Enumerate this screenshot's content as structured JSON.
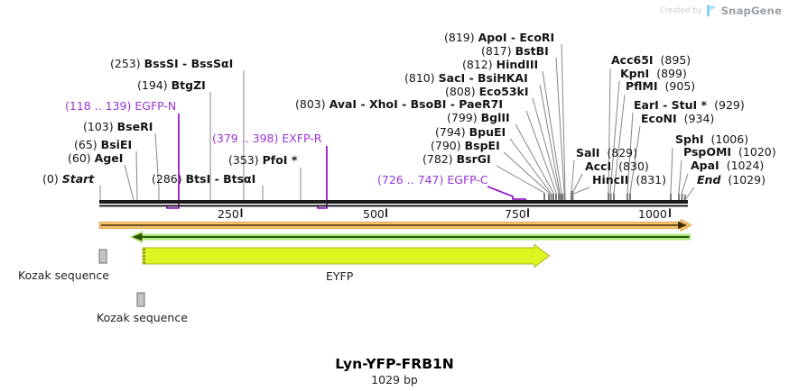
{
  "branding": {
    "created_by": "Created by",
    "brand": "SnapGene"
  },
  "title": {
    "name": "Lyn-YFP-FRB1N",
    "length": "1029 bp"
  },
  "ruler": {
    "t250": "250",
    "t500": "500",
    "t750": "750",
    "t1000": "1000"
  },
  "labels": {
    "bssSI": {
      "pos": "(253)",
      "name": "BssSI - BssSαI"
    },
    "btgZI": {
      "pos": "(194)",
      "name": "BtgZI"
    },
    "egfpN": {
      "pos": "(118 .. 139)",
      "name": "EGFP-N"
    },
    "bseRI": {
      "pos": "(103)",
      "name": "BseRI"
    },
    "bsiEI": {
      "pos": "(65)",
      "name": "BsiEI"
    },
    "ageI": {
      "pos": "(60)",
      "name": "AgeI"
    },
    "start": {
      "pos": "(0)",
      "name": "Start"
    },
    "btsI": {
      "pos": "(286)",
      "name": "BtsI - BtsαI"
    },
    "pfoI": {
      "pos": "(353)",
      "name": "PfoI *"
    },
    "exfpR": {
      "pos": "(379 .. 398)",
      "name": "EXFP-R"
    },
    "avaI": {
      "pos": "(803)",
      "name": "AvaI - XhoI - BsoBI - PaeR7I"
    },
    "bglII": {
      "pos": "(799)",
      "name": "BglII"
    },
    "apoI": {
      "pos": "(819)",
      "name": "ApoI - EcoRI"
    },
    "bstBI": {
      "pos": "(817)",
      "name": "BstBI"
    },
    "hindIII": {
      "pos": "(812)",
      "name": "HindIII"
    },
    "sacI": {
      "pos": "(810)",
      "name": "SacI - BsiHKAI"
    },
    "eco53kI": {
      "pos": "(808)",
      "name": "Eco53kI"
    },
    "bpuEI": {
      "pos": "(794)",
      "name": "BpuEI"
    },
    "bspEI": {
      "pos": "(790)",
      "name": "BspEI"
    },
    "bsrGI": {
      "pos": "(782)",
      "name": "BsrGI"
    },
    "egfpC": {
      "pos": "(726 .. 747)",
      "name": "EGFP-C"
    },
    "salI": {
      "name": "SalI",
      "pos": "(829)"
    },
    "accI": {
      "name": "AccI",
      "pos": "(830)"
    },
    "hincII": {
      "name": "HincII",
      "pos": "(831)"
    },
    "acc65I": {
      "name": "Acc65I",
      "pos": "(895)"
    },
    "kpnI": {
      "name": "KpnI",
      "pos": "(899)"
    },
    "pflMI": {
      "name": "PflMI",
      "pos": "(905)"
    },
    "earI": {
      "name": "EarI - StuI *",
      "pos": "(929)"
    },
    "ecoNI": {
      "name": "EcoNI",
      "pos": "(934)"
    },
    "sphI": {
      "name": "SphI",
      "pos": "(1006)"
    },
    "pspOMI": {
      "name": "PspOMI",
      "pos": "(1020)"
    },
    "apaI": {
      "name": "ApaI",
      "pos": "(1024)"
    },
    "end": {
      "name": "End",
      "pos": "(1029)"
    }
  },
  "annotations": {
    "eyfp": "EYFP",
    "kozak1": "Kozak sequence",
    "kozak2": "Kozak sequence"
  },
  "colors": {
    "feature_purple": "#9B33D6",
    "bracket_purple": "#8B00CC",
    "orange_arrow": "#F7C470",
    "green_arrow_light": "#B2E880",
    "green_arrow_dark": "#2C5500",
    "eyfp_fill": "#DFF522",
    "kozak_gray": "#C4C4C4"
  }
}
